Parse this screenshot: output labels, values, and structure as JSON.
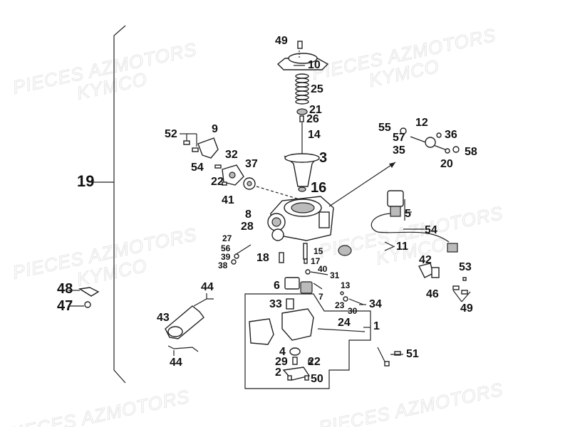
{
  "watermark": {
    "line1": "PIECES AZMOTORS",
    "line2": "KYMCO"
  },
  "callouts": {
    "n1": "1",
    "n2": "2",
    "n3": "3",
    "n4": "4",
    "n5": "5",
    "n6": "6",
    "n7": "7",
    "n8": "8",
    "n9": "9",
    "n10": "10",
    "n11": "11",
    "n12": "12",
    "n13": "13",
    "n14": "14",
    "n15": "15",
    "n16": "16",
    "n17": "17",
    "n18": "18",
    "n19": "19",
    "n20": "20",
    "n21": "21",
    "n22a": "22",
    "n22b": "22",
    "n23": "23",
    "n24": "24",
    "n25": "25",
    "n26": "26",
    "n27": "27",
    "n28": "28",
    "n29": "29",
    "n30": "30",
    "n31": "31",
    "n32": "32",
    "n33": "33",
    "n34": "34",
    "n35": "35",
    "n36": "36",
    "n37": "37",
    "n38": "38",
    "n39": "39",
    "n40": "40",
    "n41": "41",
    "n42": "42",
    "n43": "43",
    "n44a": "44",
    "n44b": "44",
    "n46": "46",
    "n47": "47",
    "n48": "48",
    "n49a": "49",
    "n49b": "49",
    "n50": "50",
    "n51": "51",
    "n52": "52",
    "n53": "53",
    "n54a": "54",
    "n54b": "54",
    "n55": "55",
    "n56": "56",
    "n57": "57",
    "n58": "58"
  }
}
